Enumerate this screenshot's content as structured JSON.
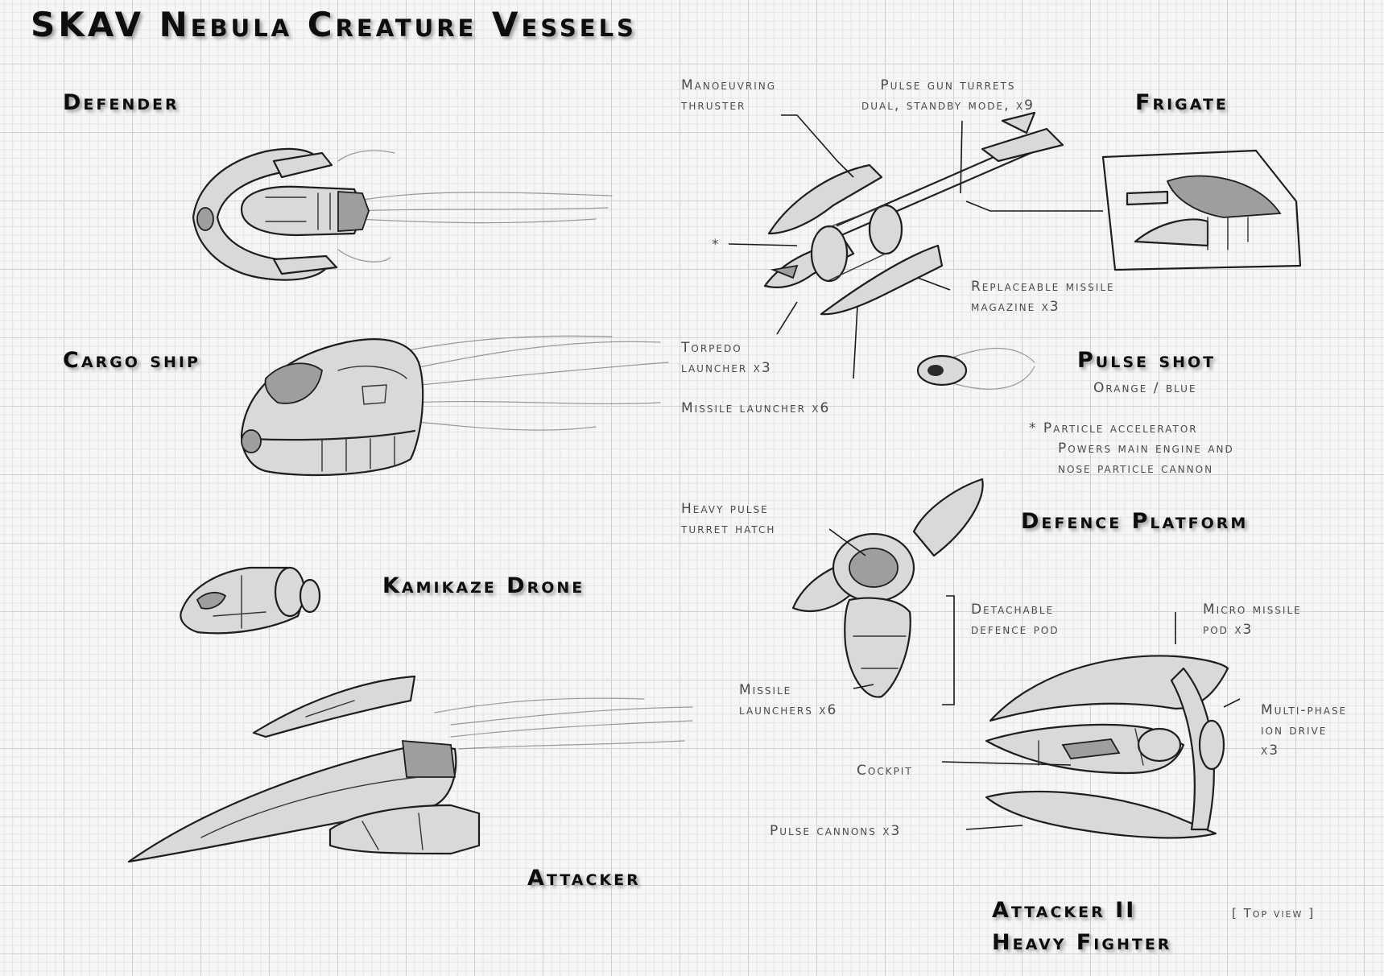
{
  "page": {
    "title": "SKAV Nebula Creature Vessels"
  },
  "ships": {
    "defender": "Defender",
    "frigate": "Frigate",
    "cargo_ship": "Cargo ship",
    "pulse_shot": "Pulse shot",
    "kamikaze_drone": "Kamikaze Drone",
    "defence_platform": "Defence Platform",
    "attacker": "Attacker",
    "attacker_ii_line1": "Attacker II",
    "attacker_ii_line2": "Heavy Fighter"
  },
  "frigate_labels": {
    "manoeuvring_line1": "Manoeuvring",
    "manoeuvring_line2": "thruster",
    "pulse_turrets_line1": "Pulse gun turrets",
    "pulse_turrets_line2": "dual, standby mode, x9",
    "replaceable_line1": "Replaceable missile",
    "replaceable_line2": "magazine x3",
    "torpedo_line1": "Torpedo",
    "torpedo_line2": "launcher x3",
    "missile_launcher": "Missile launcher x6",
    "asterisk": "*"
  },
  "pulse_shot": {
    "subtitle": "Orange / blue"
  },
  "particle_note": {
    "line1": "* Particle accelerator",
    "line2": "Powers main engine and",
    "line3": "nose particle cannon"
  },
  "platform_labels": {
    "heavy_pulse_line1": "Heavy pulse",
    "heavy_pulse_line2": "turret hatch",
    "detachable_line1": "Detachable",
    "detachable_line2": "defence pod",
    "missile_launchers_line1": "Missile",
    "missile_launchers_line2": "launchers x6"
  },
  "attacker_ii_labels": {
    "micro_missile_line1": "Micro missile",
    "micro_missile_line2": "pod x3",
    "ion_drive_line1": "Multi-phase",
    "ion_drive_line2": "ion drive",
    "ion_drive_line3": "x3",
    "cockpit": "Cockpit",
    "pulse_cannons": "Pulse cannons x3",
    "top_view": "[ Top view ]"
  }
}
